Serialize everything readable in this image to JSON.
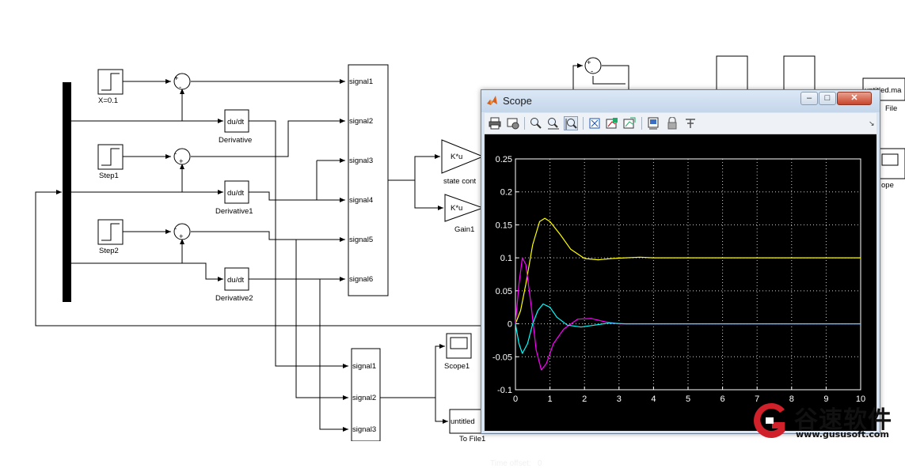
{
  "diagram": {
    "source_label": "X=0.1",
    "step1_label": "Step1",
    "step2_label": "Step2",
    "derivative_block_text": "du/dt",
    "derivative_label": "Derivative",
    "derivative1_label": "Derivative1",
    "derivative2_label": "Derivative2",
    "mux_inputs": [
      "signal1",
      "signal2",
      "signal3",
      "signal4",
      "signal5",
      "signal6"
    ],
    "mux2_inputs": [
      "signal1",
      "signal2",
      "signal3"
    ],
    "gain_block_text": "K*u",
    "gain_label": "state cont",
    "gain1_label": "Gain1",
    "scope1_label": "Scope1",
    "tofile_block_text": "untitled",
    "tofile_label": "To File1",
    "right_file_block_text": "untitled.ma",
    "right_file_label": "File",
    "right_scope_label": "ope",
    "sum_signs": [
      "+",
      "-"
    ]
  },
  "scope_window": {
    "title": "Scope",
    "minimize": "‒",
    "maximize": "□",
    "close": "✕",
    "toolbar_icons": [
      "print-icon",
      "parameters-icon",
      "zoom-in-icon",
      "zoom-x-icon",
      "zoom-y-icon",
      "autoscale-icon",
      "save-axes-icon",
      "restore-axes-icon",
      "floating-scope-icon",
      "lock-icon",
      "signal-selection-icon"
    ],
    "time_offset_label": "Time offset:",
    "time_offset_value": "0"
  },
  "chart_data": {
    "type": "line",
    "title": "",
    "xlabel": "",
    "ylabel": "",
    "xlim": [
      0,
      10
    ],
    "ylim": [
      -0.1,
      0.25
    ],
    "xticks": [
      0,
      1,
      2,
      3,
      4,
      5,
      6,
      7,
      8,
      9,
      10
    ],
    "yticks": [
      -0.1,
      -0.05,
      0,
      0.05,
      0.1,
      0.15,
      0.2,
      0.25
    ],
    "ytick_labels": [
      "-0.1",
      "-0.05",
      "0",
      "0.05",
      "0.1",
      "0.15",
      "0.2",
      "0.25"
    ],
    "grid": true,
    "background": "#000000",
    "series": [
      {
        "color": "#ffff00",
        "x": [
          0,
          0.15,
          0.3,
          0.5,
          0.7,
          0.85,
          1.0,
          1.3,
          1.6,
          2.0,
          2.4,
          2.8,
          3.2,
          3.6,
          4.0,
          10
        ],
        "values": [
          0,
          0.02,
          0.06,
          0.12,
          0.155,
          0.16,
          0.155,
          0.135,
          0.113,
          0.099,
          0.097,
          0.099,
          0.1,
          0.101,
          0.1,
          0.1
        ]
      },
      {
        "color": "#ff00ff",
        "x": [
          0,
          0.1,
          0.2,
          0.3,
          0.45,
          0.6,
          0.75,
          0.9,
          1.1,
          1.4,
          1.8,
          2.2,
          2.6,
          3.0,
          10
        ],
        "values": [
          0,
          0.06,
          0.1,
          0.09,
          0.03,
          -0.04,
          -0.07,
          -0.06,
          -0.03,
          -0.008,
          0.007,
          0.008,
          0.003,
          0,
          0
        ]
      },
      {
        "color": "#00ffff",
        "x": [
          0,
          0.1,
          0.2,
          0.35,
          0.5,
          0.65,
          0.8,
          1.0,
          1.2,
          1.5,
          1.9,
          2.3,
          2.7,
          3.2,
          10
        ],
        "values": [
          0,
          -0.03,
          -0.045,
          -0.03,
          0,
          0.02,
          0.03,
          0.025,
          0.01,
          -0.002,
          -0.005,
          -0.002,
          0.001,
          0,
          0
        ]
      }
    ]
  },
  "watermark": {
    "brand_text": "谷速软件",
    "url_text": "www.gususoft.com"
  },
  "colors": {
    "accent_red": "#d0202a",
    "plot_background": "#000000",
    "axis": "#ffffff",
    "window_frame": "#d8e4f1"
  }
}
